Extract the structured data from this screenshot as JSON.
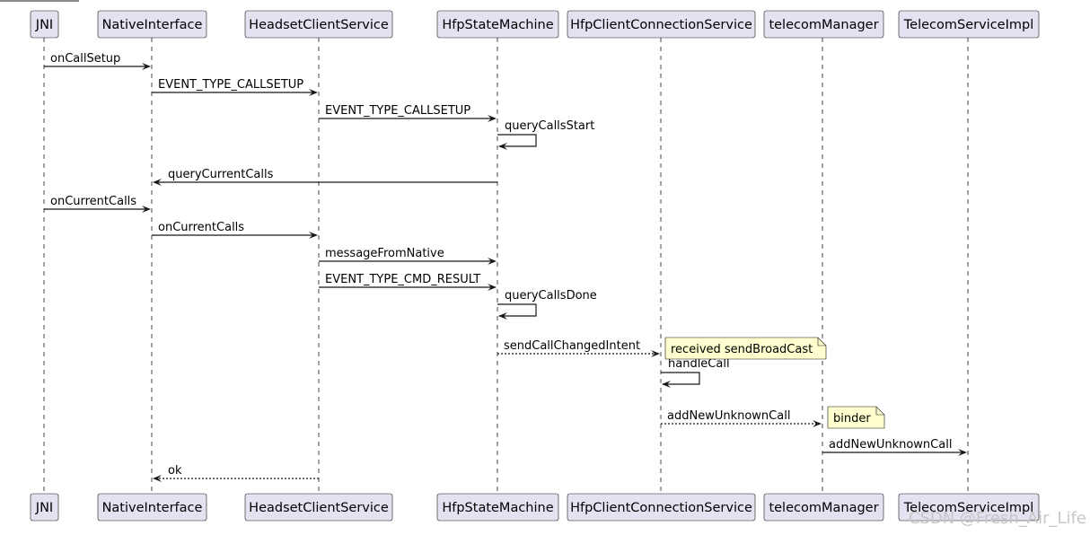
{
  "participants": [
    {
      "id": "jni",
      "label": "JNI"
    },
    {
      "id": "native",
      "label": "NativeInterface"
    },
    {
      "id": "headset",
      "label": "HeadsetClientService"
    },
    {
      "id": "hfp",
      "label": "HfpStateMachine"
    },
    {
      "id": "conn",
      "label": "HfpClientConnectionService"
    },
    {
      "id": "telecom",
      "label": "telecomManager"
    },
    {
      "id": "impl",
      "label": "TelecomServiceImpl"
    }
  ],
  "messages": [
    {
      "from": "jni",
      "to": "native",
      "label": "onCallSetup",
      "style": "solid"
    },
    {
      "from": "native",
      "to": "headset",
      "label": "EVENT_TYPE_CALLSETUP",
      "style": "solid"
    },
    {
      "from": "headset",
      "to": "hfp",
      "label": "EVENT_TYPE_CALLSETUP",
      "style": "solid"
    },
    {
      "from": "hfp",
      "to": "hfp",
      "label": "queryCallsStart",
      "style": "solid"
    },
    {
      "from": "hfp",
      "to": "native",
      "label": "queryCurrentCalls",
      "style": "solid"
    },
    {
      "from": "jni",
      "to": "native",
      "label": "onCurrentCalls",
      "style": "solid"
    },
    {
      "from": "native",
      "to": "headset",
      "label": "onCurrentCalls",
      "style": "solid"
    },
    {
      "from": "headset",
      "to": "hfp",
      "label": "messageFromNative",
      "style": "solid"
    },
    {
      "from": "headset",
      "to": "hfp",
      "label": "EVENT_TYPE_CMD_RESULT",
      "style": "solid"
    },
    {
      "from": "hfp",
      "to": "hfp",
      "label": "queryCallsDone",
      "style": "solid"
    },
    {
      "from": "hfp",
      "to": "conn",
      "label": "sendCallChangedIntent",
      "style": "dashed"
    },
    {
      "from": "conn",
      "to": "conn",
      "label": "handleCall",
      "style": "solid"
    },
    {
      "from": "conn",
      "to": "telecom",
      "label": "addNewUnknownCall",
      "style": "dashed"
    },
    {
      "from": "telecom",
      "to": "impl",
      "label": "addNewUnknownCall",
      "style": "solid"
    },
    {
      "from": "headset",
      "to": "native",
      "label": "ok",
      "style": "dashed"
    }
  ],
  "notes": [
    {
      "label": "received sendBroadCast",
      "after_message": 10
    },
    {
      "label": "binder",
      "after_message": 12
    }
  ],
  "watermark": "CSDN @Fresh_Air_Life",
  "colors": {
    "participant_fill": "#e2e2f0",
    "participant_border": "#181818",
    "lifeline": "#181818",
    "arrow": "#181818",
    "note_fill": "#fefece",
    "note_border": "#181818",
    "text": "#000000"
  }
}
